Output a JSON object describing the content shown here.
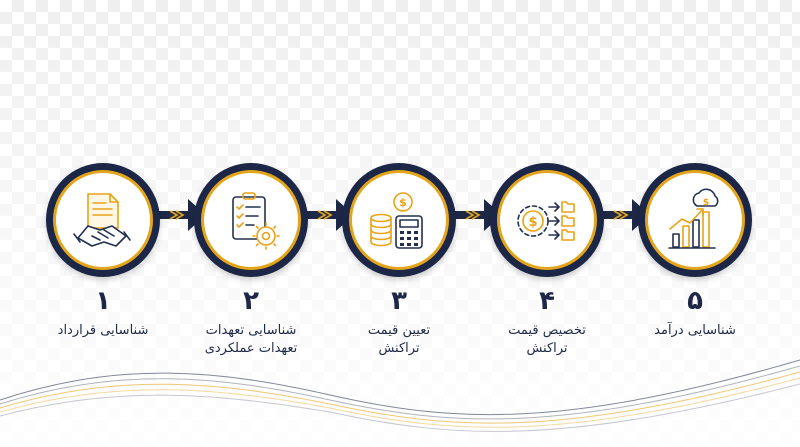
{
  "colors": {
    "navy": "#1e2846",
    "gold": "#e3a51a",
    "icon_gold": "#e8a317",
    "icon_navy": "#22304f"
  },
  "steps": [
    {
      "number": "۱",
      "label_line1": "شناسایی قرارداد",
      "label_line2": "",
      "icon": "handshake-contract-icon"
    },
    {
      "number": "۲",
      "label_line1": "شناسایی تعهدات",
      "label_line2": "تعهدات عملکردی",
      "icon": "checklist-gear-icon"
    },
    {
      "number": "۳",
      "label_line1": "تعیین قیمت",
      "label_line2": "تراکنش",
      "icon": "coins-calculator-icon"
    },
    {
      "number": "۴",
      "label_line1": "تخصیص قیمت",
      "label_line2": "تراکنش",
      "icon": "dollar-allocation-icon"
    },
    {
      "number": "۵",
      "label_line1": "شناسایی درآمد",
      "label_line2": "",
      "icon": "growth-chart-icon"
    }
  ]
}
